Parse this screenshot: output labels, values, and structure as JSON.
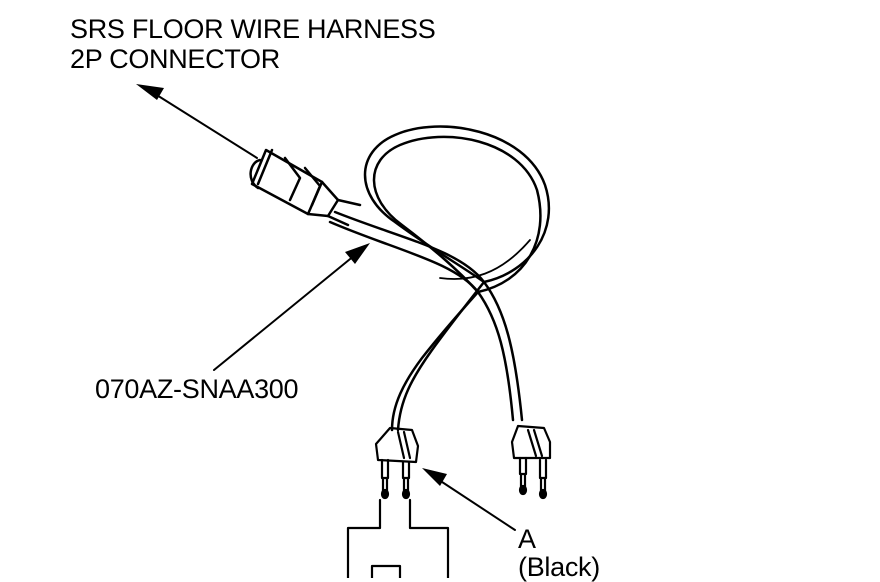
{
  "title": {
    "line1": "SRS FLOOR WIRE HARNESS",
    "line2": "2P CONNECTOR"
  },
  "part_number": "070AZ-SNAA300",
  "callout": {
    "letter": "A",
    "note": "(Black)"
  },
  "colors": {
    "ink": "#000000",
    "paper": "#ffffff"
  }
}
